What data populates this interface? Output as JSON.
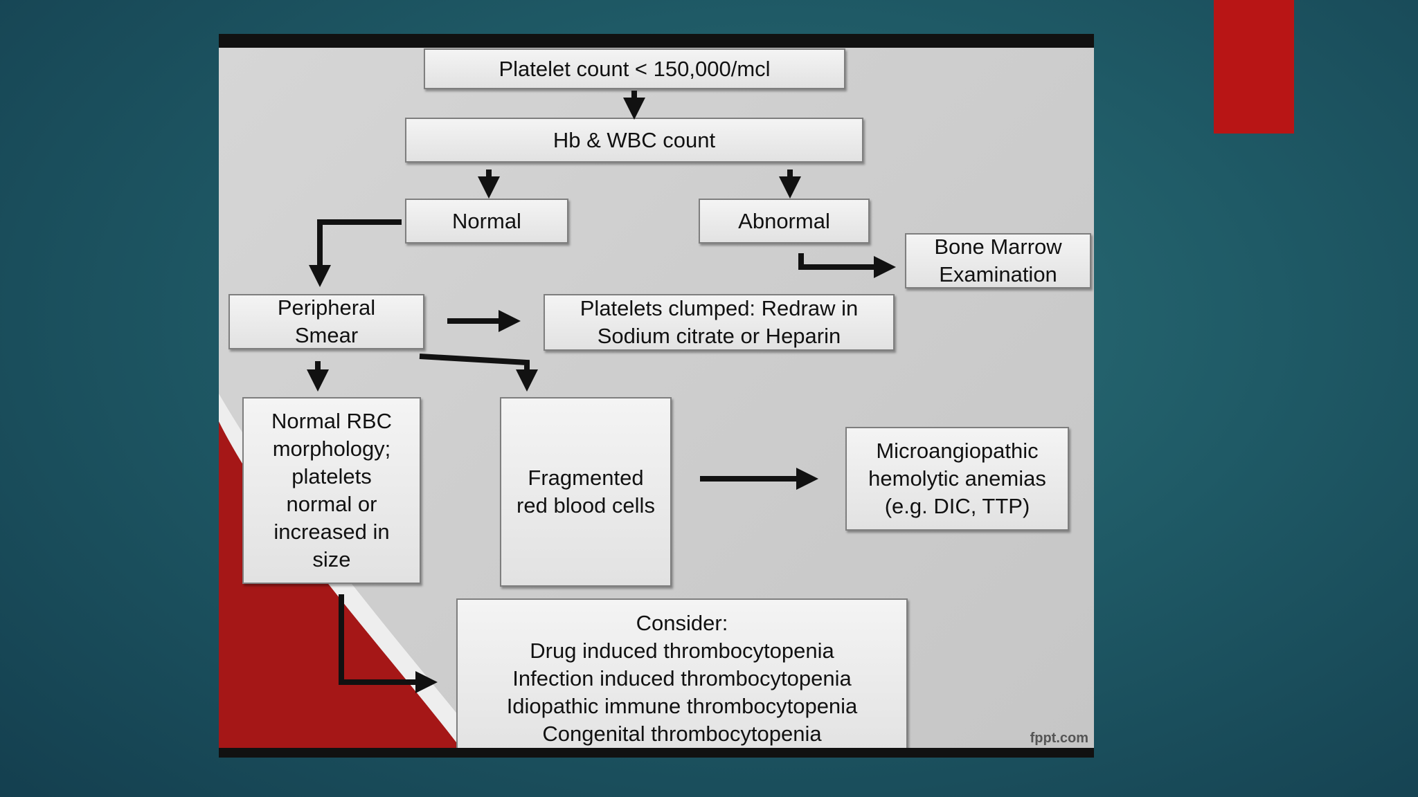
{
  "flowchart": {
    "platelet_count": "Platelet count < 150,000/mcl",
    "hb_wbc": "Hb & WBC count",
    "normal": "Normal",
    "abnormal": "Abnormal",
    "bone_marrow": [
      "Bone Marrow",
      "Examination"
    ],
    "peripheral_smear": [
      "Peripheral",
      "Smear"
    ],
    "platelets_clumped": [
      "Platelets clumped: Redraw in",
      "Sodium citrate or Heparin"
    ],
    "normal_rbc": [
      "Normal RBC",
      "morphology;",
      "platelets",
      "normal or",
      "increased in",
      "size"
    ],
    "fragmented": [
      "Fragmented",
      "red blood cells"
    ],
    "microangiopathic": [
      "Microangiopathic",
      "hemolytic anemias",
      "(e.g. DIC, TTP)"
    ],
    "consider": [
      "Consider:",
      "Drug induced thrombocytopenia",
      "Infection induced thrombocytopenia",
      "Idiopathic immune thrombocytopenia",
      "Congenital thrombocytopenia"
    ]
  },
  "watermark": "fppt.com",
  "colors": {
    "background": "#1f5a66",
    "accent_red": "#b81515",
    "box_border": "#7e7e7e",
    "arrow": "#111111"
  }
}
